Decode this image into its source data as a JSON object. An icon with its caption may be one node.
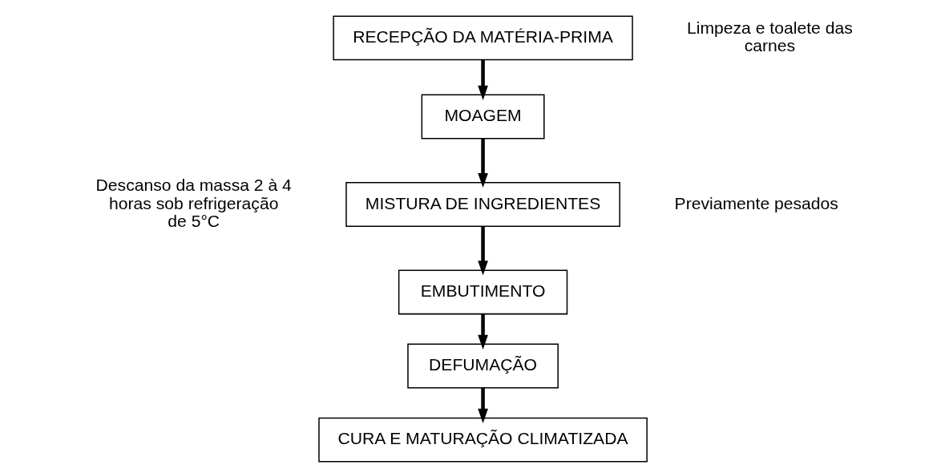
{
  "diagram": {
    "nodes": [
      {
        "text": [
          "RECEPÇÃO DA MATÉRIA-PRIMA"
        ],
        "beside": [
          "Limpeza e toalete das carnes"
        ]
      },
      {
        "text": [
          "MOAGEM"
        ]
      },
      {
        "text": [
          "MISTURA DE INGREDIENTES"
        ],
        "beside": [
          "Descanso da massa 2 à 4 horas sob refrigeração de 5°C",
          "Previamente pesados"
        ]
      },
      {
        "text": [
          "EMBUTIMENTO"
        ]
      },
      {
        "text": [
          "DEFUMAÇÃO"
        ]
      },
      {
        "text": [
          "CURA E MATURAÇÃO CLIMATIZADA"
        ]
      }
    ],
    "edges": [
      {
        "from": 0,
        "to": 1,
        "arrow": "to"
      },
      {
        "from": 1,
        "to": 2,
        "arrow": "to"
      },
      {
        "from": 2,
        "to": 3,
        "arrow": "to"
      },
      {
        "from": 3,
        "to": 4,
        "arrow": "to"
      },
      {
        "from": 4,
        "to": 5,
        "arrow": "to"
      }
    ]
  }
}
